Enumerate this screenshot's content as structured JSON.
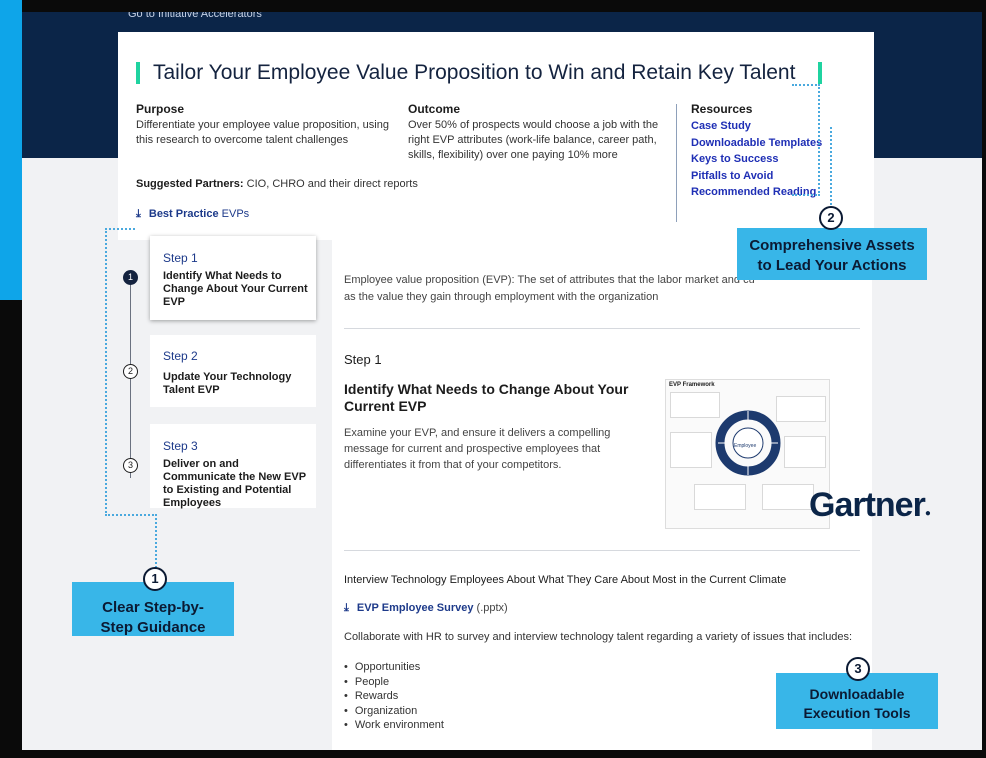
{
  "breadcrumb": "Go to Initiative Accelerators",
  "header": {
    "title": "Tailor Your Employee Value Proposition to Win and Retain Key Talent",
    "purpose": {
      "heading": "Purpose",
      "text": "Differentiate your employee value proposition, using this research to overcome talent challenges"
    },
    "outcome": {
      "heading": "Outcome",
      "text": "Over 50% of prospects would choose a job with the right EVP attributes (work-life balance, career path, skills, flexibility) over one paying 10% more"
    },
    "partners": {
      "label": "Suggested Partners:",
      "text": "CIO, CHRO and their direct reports"
    },
    "best_practice": {
      "bold": "Best Practice",
      "rest": "EVPs"
    },
    "resources": {
      "heading": "Resources",
      "links": [
        "Case Study",
        "Downloadable Templates",
        "Keys to Success",
        "Pitfalls to Avoid",
        "Recommended Reading"
      ]
    }
  },
  "steps": [
    {
      "num": "1",
      "label": "Step 1",
      "desc": "Identify What Needs to Change About Your Current EVP"
    },
    {
      "num": "2",
      "label": "Step 2",
      "desc": "Update Your Technology Talent EVP"
    },
    {
      "num": "3",
      "label": "Step 3",
      "desc": "Deliver on and Communicate the New EVP to Existing and Potential Employees"
    }
  ],
  "main": {
    "definition": "Employee value proposition (EVP): The set of attributes that the labor market and cu as the value they gain through employment with the organization",
    "step_label": "Step 1",
    "heading": "Identify What Needs to Change About Your Current EVP",
    "paragraph": "Examine your EVP, and ensure it delivers a compelling message for current and prospective employees that differentiates it from that of your competitors.",
    "subheading": "Interview Technology Employees About What They Care About Most in the Current Climate",
    "survey_link": "EVP Employee Survey",
    "survey_ext": "(.pptx)",
    "collab": "Collaborate with HR to survey and interview technology talent regarding a variety of issues that includes:",
    "list": [
      "Opportunities",
      "People",
      "Rewards",
      "Organization",
      "Work environment"
    ],
    "figure": {
      "title": "EVP Framework",
      "center": "Employee"
    }
  },
  "logo": "Gartner",
  "callouts": [
    {
      "num": "1",
      "text": "Clear Step-by-Step Guidance"
    },
    {
      "num": "2",
      "text": "Comprehensive Assets to Lead Your Actions"
    },
    {
      "num": "3",
      "text": "Downloadable Execution Tools"
    }
  ],
  "colors": {
    "navy": "#0b2548",
    "accent_green": "#1fd3a0",
    "callout_blue": "#38b6e8",
    "link_blue": "#1f2fb5"
  }
}
